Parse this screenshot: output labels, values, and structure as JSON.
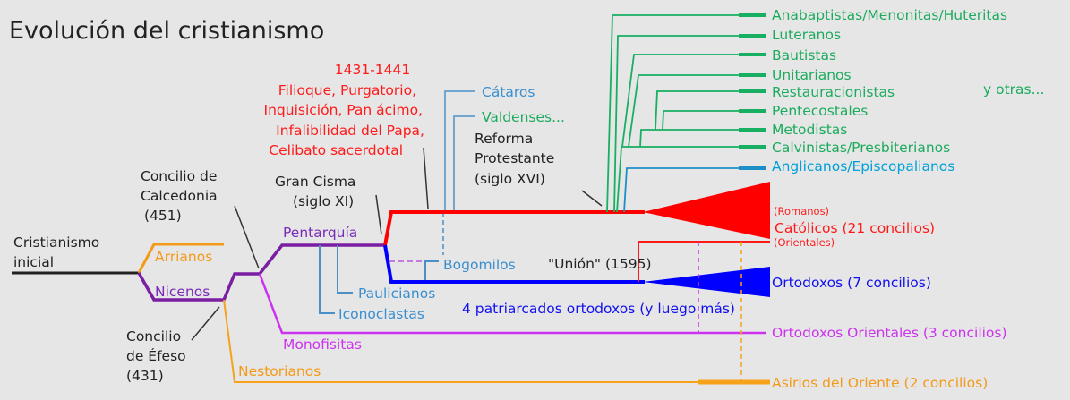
{
  "title": "Evolución del cristianismo",
  "colors": {
    "catholic": "#ff0000",
    "orthodox": "#0000ff",
    "protestant": "#17b062",
    "nicene": "#7b1fa2",
    "monophysite": "#cc33ee",
    "nestorian": "#f7a21b",
    "arian": "#f39a1a",
    "sects": "#4a90c8",
    "bg": "#e6e6e6"
  },
  "labels": {
    "early": [
      "Cristianismo",
      "inicial"
    ],
    "arrianos": "Arrianos",
    "nicenos": "Nicenos",
    "efeso": [
      "Concilio",
      "de Éfeso",
      "(431)"
    ],
    "calcedonia": [
      "Concilio de",
      "Calcedonia",
      "(451)"
    ],
    "pentarquia": "Pentarquía",
    "gran_cisma": [
      "Gran Cisma",
      "(siglo XI)"
    ],
    "florence": [
      "1431-1441",
      "Filioque, Purgatorio,",
      "Inquisición, Pan ácimo,",
      "Infalibilidad del Papa,",
      "Celibato sacerdotal"
    ],
    "cataros": "Cátaros",
    "valdenses": "Valdenses...",
    "reforma": [
      "Reforma",
      "Protestante",
      "(siglo XVI)"
    ],
    "bogomilos": "Bogomilos",
    "paulicianos": "Paulicianos",
    "iconoclastas": "Iconoclastas",
    "union": "\"Unión\" (1595)",
    "patriarcados": "4 patriarcados ortodoxos (y luego más)",
    "monofisitas": "Monofisitas",
    "nestorianos": "Nestorianos",
    "y_otras": "y otras..."
  },
  "protestant": [
    "Anabaptistas/Menonitas/Huteritas",
    "Luteranos",
    "Bautistas",
    "Unitarianos",
    "Restauracionistas",
    "Pentecostales",
    "Metodistas",
    "Calvinistas/Presbiterianos"
  ],
  "anglicanos": "Anglicanos/Episcopalianos",
  "endpoints": {
    "romanos": "(Romanos)",
    "catolicos": "Católicos (21 concilios)",
    "orientales": "(Orientales)",
    "ortodoxos": "Ortodoxos (7 concilios)",
    "ort_orientales": "Ortodoxos Orientales (3 concilios)",
    "asirios": "Asirios del Oriente (2 concilios)"
  }
}
